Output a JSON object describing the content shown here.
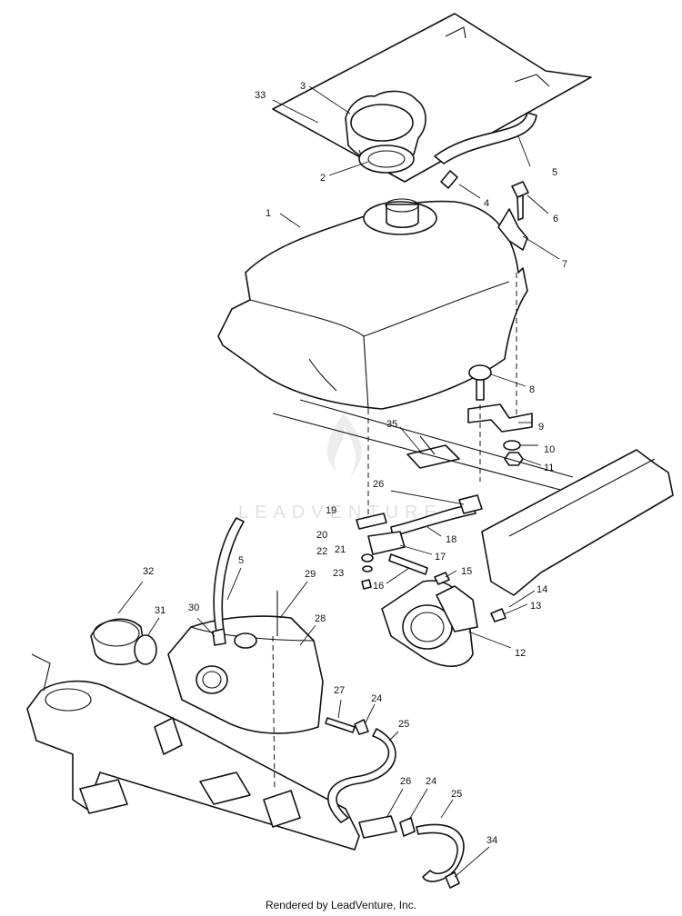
{
  "footer": {
    "credit": "Rendered by LeadVenture, Inc."
  },
  "watermark": {
    "text": "LEADVENTURE",
    "logo_icon": "leadventure-flame-logo"
  },
  "colors": {
    "ink": "#111111",
    "paper": "#ffffff",
    "watermark": "#c8c8c8"
  },
  "callouts": {
    "c1": "1",
    "c2": "2",
    "c3": "3",
    "c4": "4",
    "c5a": "5",
    "c5b": "5",
    "c6": "6",
    "c7": "7",
    "c8": "8",
    "c9": "9",
    "c10": "10",
    "c11": "11",
    "c12": "12",
    "c13": "13",
    "c14": "14",
    "c15": "15",
    "c16": "16",
    "c17": "17",
    "c18": "18",
    "c19": "19",
    "c20": "20",
    "c21": "21",
    "c22": "22",
    "c23": "23",
    "c24a": "24",
    "c24b": "24",
    "c25a": "25",
    "c25b": "25",
    "c26a": "26",
    "c26b": "26",
    "c27": "27",
    "c28": "28",
    "c29": "29",
    "c30": "30",
    "c31": "31",
    "c32": "32",
    "c33": "33",
    "c34": "34",
    "c35": "35"
  }
}
